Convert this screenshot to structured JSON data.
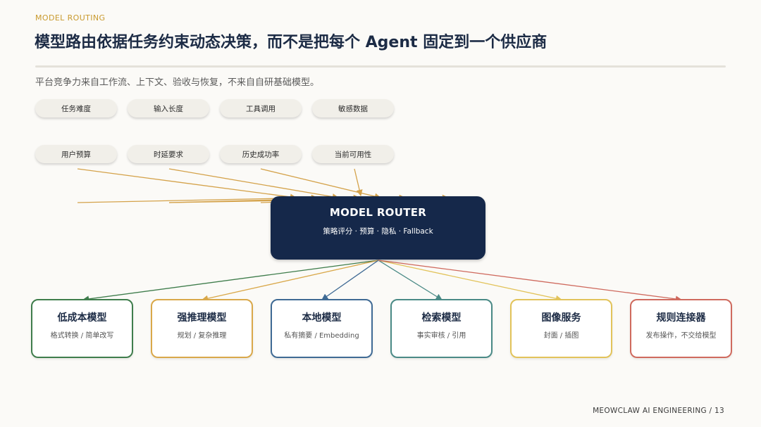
{
  "eyebrow": "MODEL ROUTING",
  "title": "模型路由依据任务约束动态决策，而不是把每个 Agent 固定到一个供应商",
  "subtitle": "平台竞争力来自工作流、上下文、验收与恢复，不来自自研基础模型。",
  "inputs": [
    {
      "label": "任务难度"
    },
    {
      "label": "输入长度"
    },
    {
      "label": "工具调用"
    },
    {
      "label": "敏感数据"
    },
    {
      "label": "用户预算"
    },
    {
      "label": "时延要求"
    },
    {
      "label": "历史成功率"
    },
    {
      "label": "当前可用性"
    }
  ],
  "router": {
    "title": "MODEL ROUTER",
    "subtitle": "策略评分 · 预算 · 隐私 · Fallback"
  },
  "targets": [
    {
      "title": "低成本模型",
      "subtitle": "格式转换 / 简单改写",
      "color": "#3f7d4c"
    },
    {
      "title": "强推理模型",
      "subtitle": "规划 / 复杂推理",
      "color": "#d9a84a"
    },
    {
      "title": "本地模型",
      "subtitle": "私有摘要 / Embedding",
      "color": "#3f6a94"
    },
    {
      "title": "检索模型",
      "subtitle": "事实审核 / 引用",
      "color": "#4a8a86"
    },
    {
      "title": "图像服务",
      "subtitle": "封面 / 插图",
      "color": "#e2c35a"
    },
    {
      "title": "规则连接器",
      "subtitle": "发布操作，不交给模型",
      "color": "#cf6a5e"
    }
  ],
  "colors": {
    "input_edge": "#d4a24a",
    "router_bg": "#15284a"
  },
  "footer": "MEOWCLAW AI ENGINEERING  /  13"
}
